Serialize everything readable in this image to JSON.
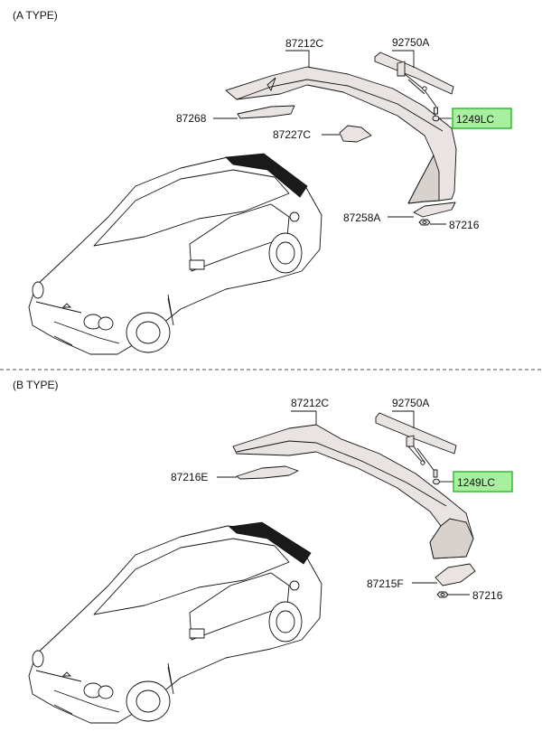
{
  "sections": [
    {
      "id": "a",
      "title": "(A TYPE)",
      "highlight_color": "#a8f0a0",
      "labels": {
        "spoiler": "87212C",
        "bracket": "92750A",
        "bolt": "1249LC",
        "left_pad": "87268",
        "cap": "87227C",
        "right_pad": "87258A",
        "nut": "87216"
      }
    },
    {
      "id": "b",
      "title": "(B TYPE)",
      "highlight_color": "#a8f0a0",
      "labels": {
        "spoiler": "87212C",
        "bracket": "92750A",
        "bolt": "1249LC",
        "left_pad": "87216E",
        "right_pad": "87215F",
        "nut": "87216"
      }
    }
  ]
}
